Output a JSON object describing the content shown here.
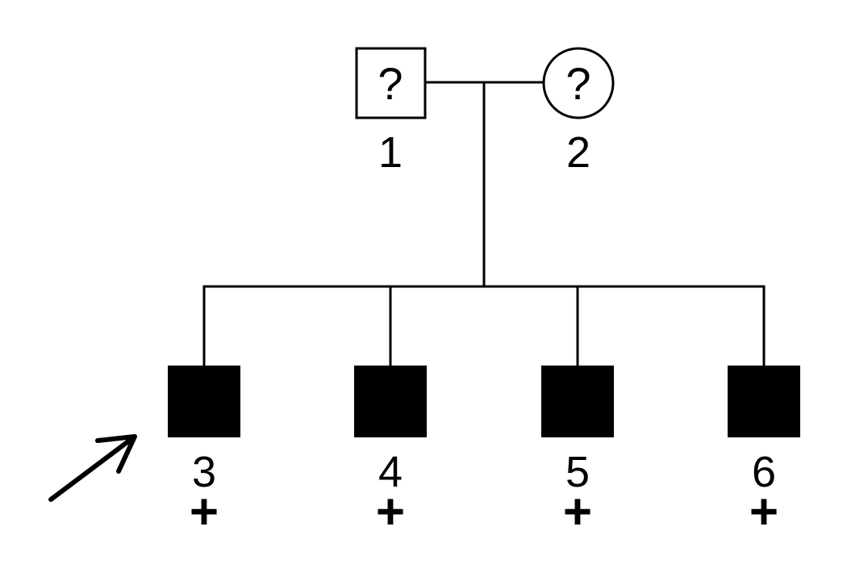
{
  "diagram_type": "pedigree-chart",
  "colors": {
    "line": "#000000",
    "affected_fill": "#000000",
    "unaffected_fill": "#ffffff",
    "background": "#ffffff"
  },
  "generation_I": {
    "father": {
      "id_label": "1",
      "status_mark": "?",
      "sex": "male",
      "phenotype": "unknown"
    },
    "mother": {
      "id_label": "2",
      "status_mark": "?",
      "sex": "female",
      "phenotype": "unknown"
    }
  },
  "generation_II": {
    "children": [
      {
        "id_label": "3",
        "genotype_mark": "+",
        "sex": "male",
        "phenotype": "affected",
        "proband": true
      },
      {
        "id_label": "4",
        "genotype_mark": "+",
        "sex": "male",
        "phenotype": "affected",
        "proband": false
      },
      {
        "id_label": "5",
        "genotype_mark": "+",
        "sex": "male",
        "phenotype": "affected",
        "proband": false
      },
      {
        "id_label": "6",
        "genotype_mark": "+",
        "sex": "male",
        "phenotype": "affected",
        "proband": false
      }
    ]
  }
}
